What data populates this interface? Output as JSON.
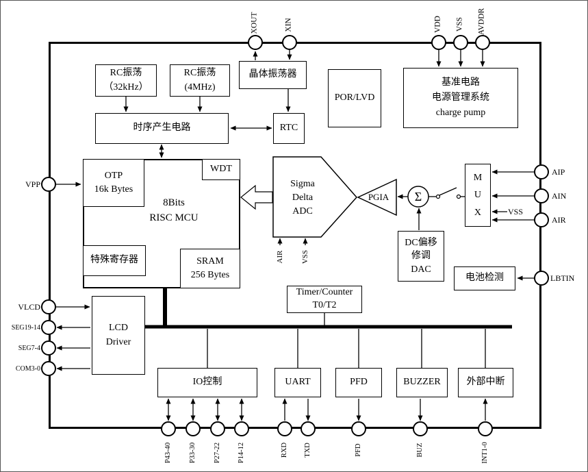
{
  "blocks": {
    "rc_osc_32k": "RC振荡\n（32kHz）",
    "rc_osc_4m": "RC振荡\n(4MHz)",
    "crystal_osc": "晶体振荡器",
    "por_lvd": "POR/LVD",
    "power_system": "基准电路\n电源管理系统\ncharge pump",
    "timing_gen": "时序产生电路",
    "rtc": "RTC",
    "otp": "OTP\n16k Bytes",
    "wdt": "WDT",
    "mcu_core": "8Bits\nRISC  MCU",
    "special_reg": "特殊寄存器",
    "sram": "SRAM\n256 Bytes",
    "sigma_delta_adc": "Sigma\nDelta\nADC",
    "pgia": "PGIA",
    "sigma": "Σ",
    "mux": "M\nU\nX",
    "dc_offset_dac": "DC偏移\n修调\nDAC",
    "battery_detect": "电池检测",
    "timer_counter": "Timer/Counter\nT0/T2",
    "lcd_driver": "LCD\nDriver",
    "io_control": "IO控制",
    "uart": "UART",
    "pfd": "PFD",
    "buzzer": "BUZZER",
    "ext_interrupt": "外部中断"
  },
  "pins": {
    "xout": "XOUT",
    "xin": "XIN",
    "vdd": "VDD",
    "vss": "VSS",
    "avddr": "AVDDR",
    "vpp": "VPP",
    "vlcd": "VLCD",
    "seg19_14": "SEG19-14",
    "seg7_4": "SEG7-4",
    "com3_0": "COM3-0",
    "aip": "AIP",
    "ain": "AIN",
    "air": "AIR",
    "lbtin": "LBTIN",
    "p43_40": "P43-40",
    "p33_30": "P33-30",
    "p27_22": "P27-22",
    "p14_12": "P14-12",
    "rxd": "RXD",
    "txd": "TXD",
    "pfd": "PFD",
    "buz": "BUZ",
    "int1_0": "INT1-0",
    "mux_vss": "VSS",
    "adc_air": "AIR",
    "adc_vss": "VSS"
  }
}
